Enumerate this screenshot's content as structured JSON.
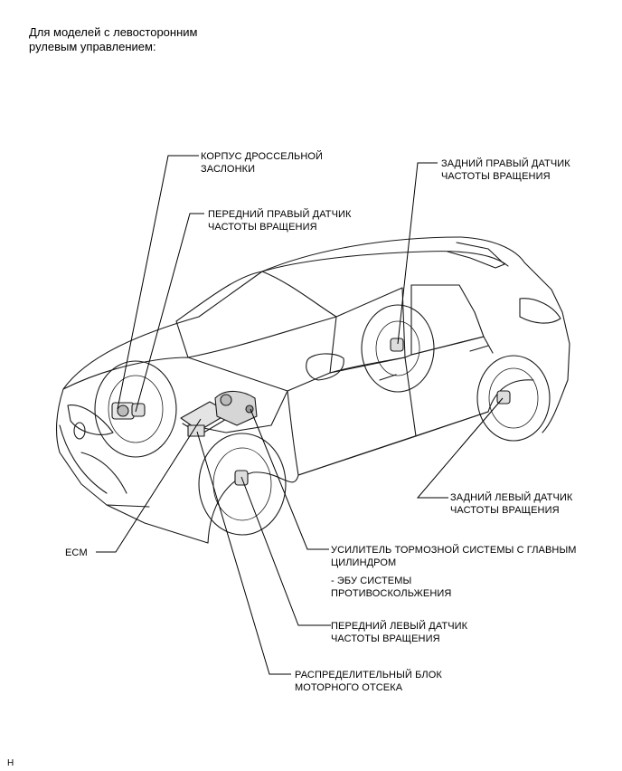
{
  "heading": {
    "line1": "Для моделей с левосторонним",
    "line2": "рулевым управлением:"
  },
  "labels": {
    "throttle_body": {
      "line1": "КОРПУС ДРОССЕЛЬНОЙ",
      "line2": "ЗАСЛОНКИ"
    },
    "front_right_sensor": {
      "line1": "ПЕРЕДНИЙ ПРАВЫЙ ДАТЧИК",
      "line2": "ЧАСТОТЫ ВРАЩЕНИЯ"
    },
    "rear_right_sensor": {
      "line1": "ЗАДНИЙ ПРАВЫЙ ДАТЧИК",
      "line2": "ЧАСТОТЫ ВРАЩЕНИЯ"
    },
    "rear_left_sensor": {
      "line1": "ЗАДНИЙ ЛЕВЫЙ ДАТЧИК",
      "line2": "ЧАСТОТЫ ВРАЩЕНИЯ"
    },
    "ecm": {
      "line1": "ECM"
    },
    "brake_booster": {
      "line1": "УСИЛИТЕЛЬ ТОРМОЗНОЙ СИСТЕМЫ С ГЛАВНЫМ",
      "line2": "ЦИЛИНДРОМ",
      "sub1": "- ЭБУ СИСТЕМЫ",
      "sub2": "ПРОТИВОСКОЛЬЖЕНИЯ"
    },
    "front_left_sensor": {
      "line1": "ПЕРЕДНИЙ ЛЕВЫЙ ДАТЧИК",
      "line2": "ЧАСТОТЫ ВРАЩЕНИЯ"
    },
    "engine_relay_block": {
      "line1": "РАСПРЕДЕЛИТЕЛЬНЫЙ БЛОК",
      "line2": "МОТОРНОГО ОТСЕКА"
    }
  },
  "footer": {
    "code": "H"
  }
}
